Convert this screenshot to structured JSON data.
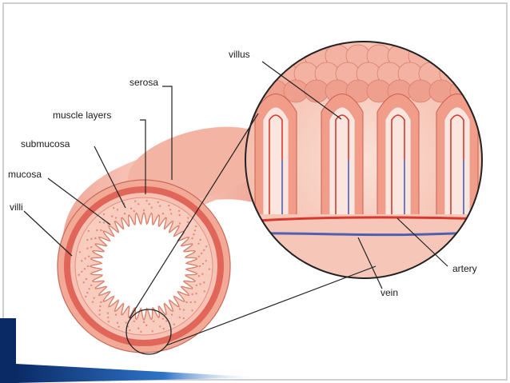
{
  "labels": {
    "serosa": "serosa",
    "muscle_layers": "muscle layers",
    "submucosa": "submucosa",
    "mucosa": "mucosa",
    "villi": "villi",
    "villus": "villus",
    "artery": "artery",
    "vein": "vein"
  },
  "colors": {
    "background_frame": "#d9d9d9",
    "tissue_outer": "#f4b9a8",
    "tissue_muscle": "#e2685a",
    "tissue_mucosa": "#f7c9bc",
    "lumen": "#ffffff",
    "artery": "#d63a2e",
    "vein": "#4f5fb0",
    "leader_line": "#222222",
    "accent_bar_dark": "#0a2a66",
    "accent_bar_light": "#2f74c8"
  }
}
